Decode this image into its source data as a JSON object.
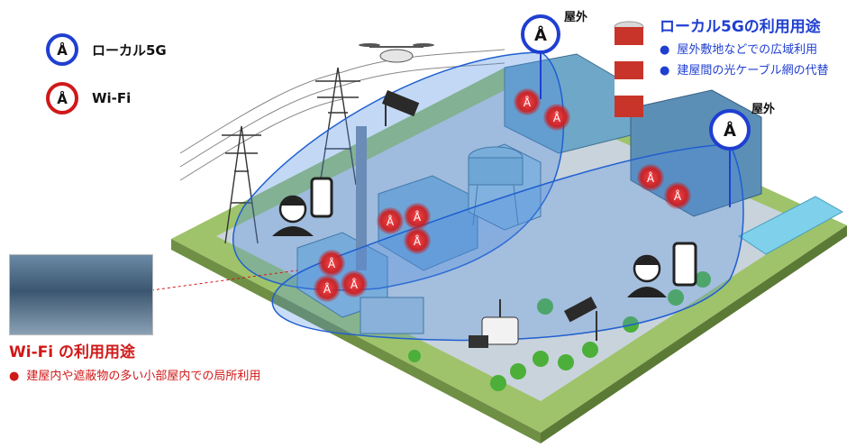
{
  "legend": {
    "local5g_label": "ローカル5G",
    "wifi_label": "Wi-Fi"
  },
  "callout_5g": {
    "title": "ローカル5Gの利用用途",
    "items": [
      "屋外敷地などでの広域利用",
      "建屋間の光ケーブル網の代替"
    ]
  },
  "callout_wifi": {
    "title": "Wi-Fi の利用用途",
    "items": [
      "建屋内や遮蔽物の多い小部屋内での局所利用"
    ]
  },
  "outdoor_labels": [
    "屋外",
    "屋外"
  ],
  "colors": {
    "local5g": "#1f3fd1",
    "wifi": "#d01818",
    "coverage_fill": "#4f8fe0",
    "ground": "#9fc36a",
    "pavement": "#c9d3dc"
  },
  "icons": [
    "drone-icon",
    "worker-icon",
    "smartphone-icon",
    "robot-icon",
    "camera-icon",
    "chimney-icon",
    "tower-icon"
  ]
}
